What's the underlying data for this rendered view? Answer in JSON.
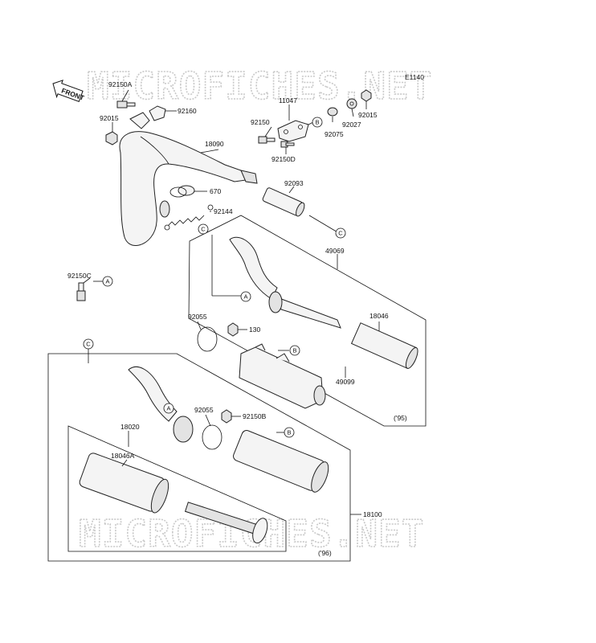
{
  "diagram_code": "E1140",
  "watermark": "MICROFICHES.NET",
  "front_label": "FRONT",
  "labels": {
    "p92150A": "92150A",
    "p92160": "92160",
    "p92015_left": "92015",
    "p11047": "11047",
    "p92150": "92150",
    "p92075": "92075",
    "p92027": "92027",
    "p92015_right": "92015",
    "p92150D": "92150D",
    "p18090": "18090",
    "p670": "670",
    "p92093": "92093",
    "p92144": "92144",
    "p49069": "49069",
    "p92150C": "92150C",
    "p92055_top": "92055",
    "p130": "130",
    "p18046": "18046",
    "p49099": "49099",
    "year95": "('95)",
    "p92055_bottom": "92055",
    "p92150B": "92150B",
    "p18020": "18020",
    "p18046A": "18046A",
    "p18100": "18100",
    "year96": "('96)"
  },
  "refs": {
    "A": "A",
    "B": "B",
    "C": "C"
  }
}
